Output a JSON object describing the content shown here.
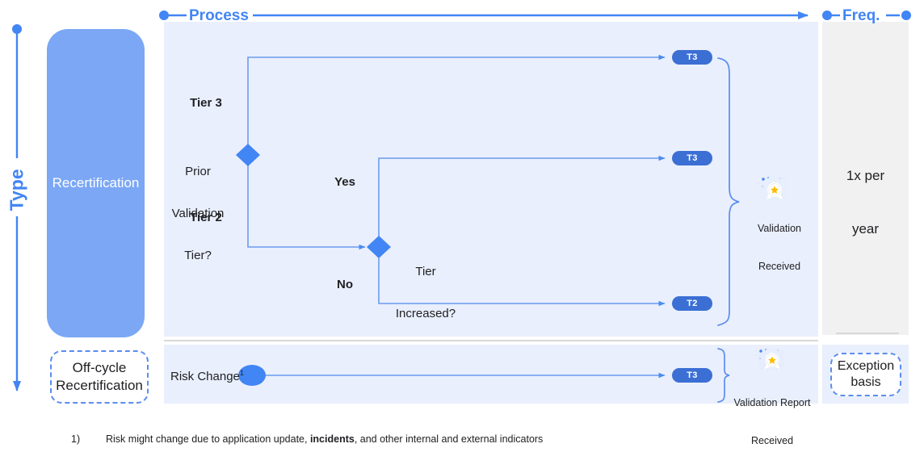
{
  "axes": {
    "vertical_label": "Type",
    "horizontal_label": "Process",
    "frequency_label": "Freq."
  },
  "type_column": {
    "primary": "Recertification",
    "secondary_line1": "Off-cycle",
    "secondary_line2": "Recertification"
  },
  "process": {
    "decision1": {
      "line1": "Prior",
      "line2": "Validation",
      "line3": "Tier?",
      "branch_top": "Tier 3",
      "branch_bottom": "Tier 2"
    },
    "decision2": {
      "line1": "Tier",
      "line2": "Increased?",
      "branch_yes": "Yes",
      "branch_no": "No"
    },
    "badges": {
      "top": "T3",
      "middle": "T3",
      "bottom": "T2",
      "offcycle": "T3"
    },
    "outcome": {
      "line1": "Validation",
      "line2": "Received"
    },
    "offcycle": {
      "start_label": "Risk Change",
      "start_superscript": "1",
      "outcome_line1": "Validation Report",
      "outcome_line2": "Received"
    }
  },
  "frequency": {
    "recertification_line1": "1x per",
    "recertification_line2": "year",
    "exception_line1": "Exception",
    "exception_line2": "basis"
  },
  "footnote": {
    "marker": "1)",
    "text_before": "Risk might change due to application update, ",
    "text_bold": "incidents",
    "text_after": ", and other internal and external indicators"
  },
  "colors": {
    "accent_blue": "#4285f4",
    "panel_blue": "#e9effc",
    "panel_gray": "#f1f1f1",
    "soft_blue": "#7ba7f5",
    "line_blue": "#6b9bf0",
    "badge_blue": "#3b6fd4"
  },
  "icons": {
    "outcome": "award-star-icon",
    "offcycle_outcome": "award-star-icon"
  }
}
